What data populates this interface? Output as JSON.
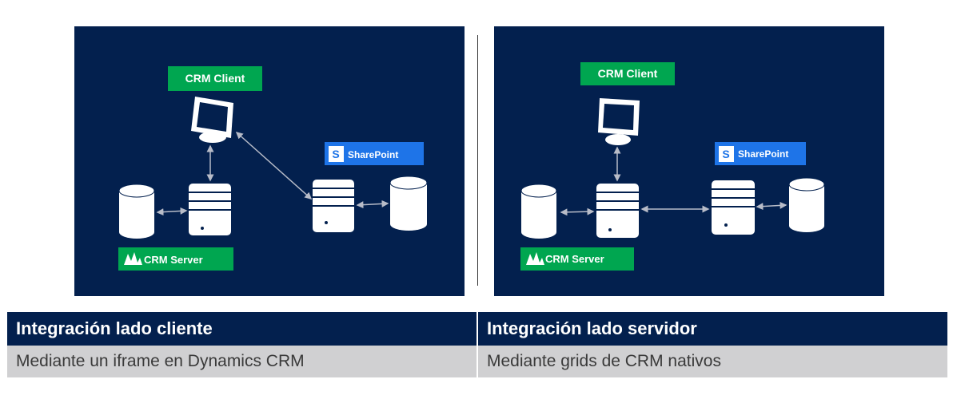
{
  "diagrams": {
    "left": {
      "crm_client": "CRM Client",
      "sharepoint": "SharePoint",
      "sharepoint_logo": "S",
      "crm_server": "CRM Server"
    },
    "right": {
      "crm_client": "CRM Client",
      "sharepoint": "SharePoint",
      "sharepoint_logo": "S",
      "crm_server": "CRM Server"
    }
  },
  "table": {
    "headers": [
      "Integración lado cliente",
      "Integración lado servidor"
    ],
    "rows": [
      [
        "Mediante un iframe en Dynamics CRM",
        "Mediante grids de CRM nativos"
      ]
    ]
  },
  "colors": {
    "panel_bg": "#03204e",
    "crm_green": "#00a650",
    "sharepoint_blue": "#1e74e8",
    "row_gray": "#d0d0d2"
  }
}
